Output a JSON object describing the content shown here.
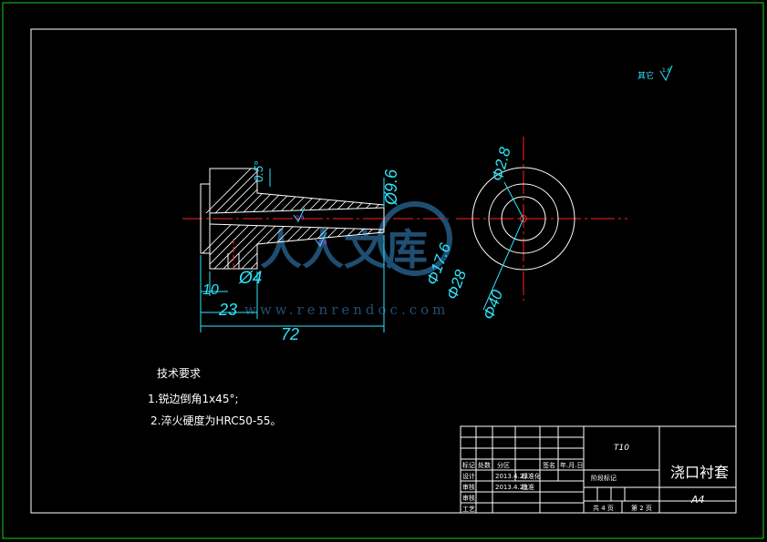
{
  "colors": {
    "background": "#000000",
    "outline": "#ffffff",
    "frame_outer": "#18d018",
    "centerline": "#ff2020",
    "dimension": "#2ee6ff",
    "roughness": "#2ee6ff",
    "watermark": "#3a8fd0"
  },
  "roughness_note": {
    "label": "其它",
    "value": "1.6"
  },
  "section_view": {
    "dimensions": {
      "angle": "0.5°",
      "bore_diameter": "Ø9.6",
      "hole_diameter": "Ø4",
      "length_small": "10",
      "length_head": "23",
      "length_total": "72"
    },
    "roughness_marks": [
      "0.8",
      "0.8",
      "3.2"
    ]
  },
  "end_view": {
    "dimensions": {
      "d_hole": "Φ2.8",
      "d_inner": "Φ17.6",
      "d_mid": "Φ28",
      "d_outer": "Φ40"
    }
  },
  "tech_requirements": {
    "title": "技术要求",
    "items": [
      "1.锐边倒角1x45°;",
      "2.淬火硬度为HRC50-55。"
    ]
  },
  "title_block": {
    "material": "T10",
    "part_name": "浇口衬套",
    "sheet_size": "A4",
    "rows": {
      "mark_label": "标记",
      "qty_label": "处数",
      "zone_label": "分区",
      "sign_label": "签名",
      "date_label": "年.月.日",
      "design_label": "设计",
      "design_date": "2013.4.23",
      "standard_label": "标准化",
      "review_label": "审核",
      "review_date": "2013.4.23",
      "approve_label": "批准",
      "check_label": "审核",
      "process_label": "工艺",
      "stage_label": "阶段标记",
      "sheets_label": "共 4 页",
      "sheet_label": "第 2 页"
    }
  },
  "watermark": {
    "text": "人人文库",
    "url": "www.renrendoc.com"
  }
}
